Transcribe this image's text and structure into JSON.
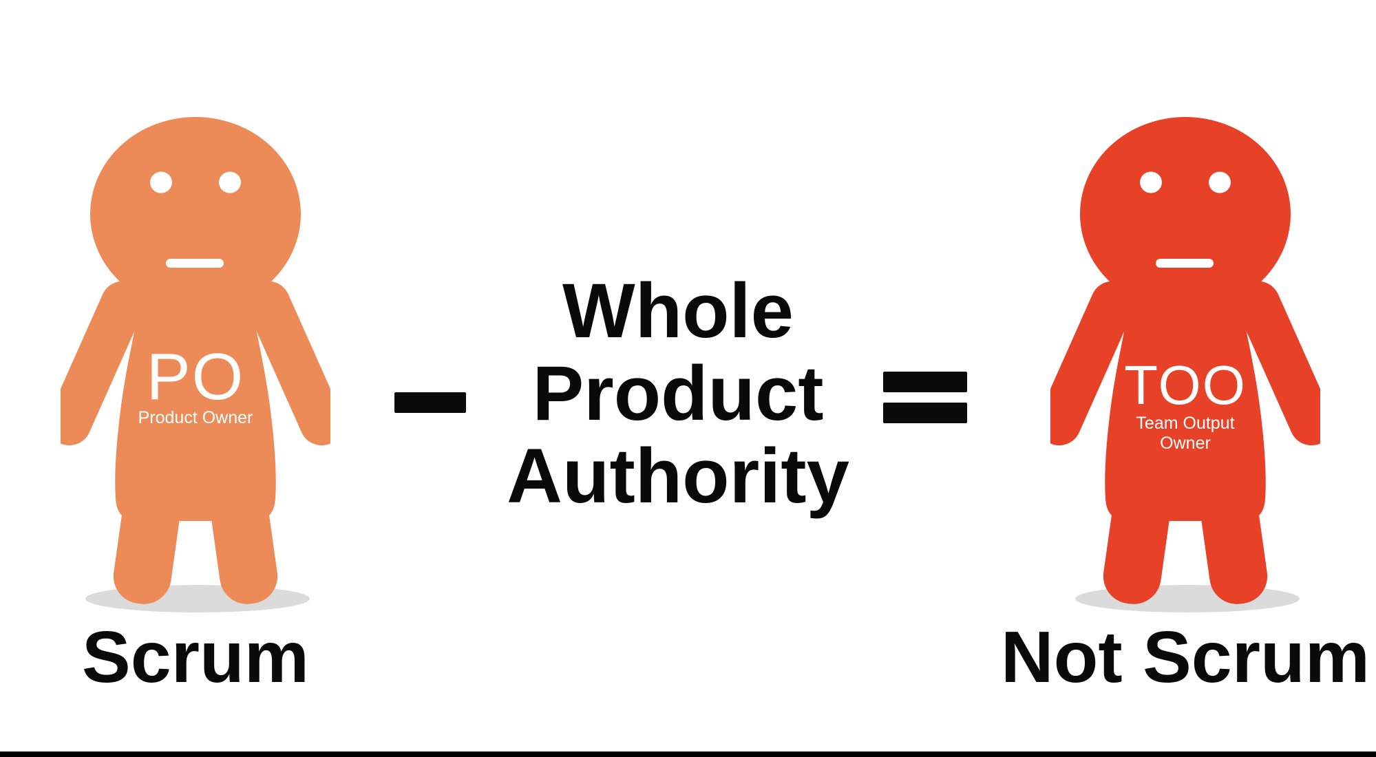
{
  "slide": {
    "background": "#FFFFFF",
    "text_color": "#0A0A0A",
    "shadow_color": "#DBDBDB",
    "face_color": "#FFFFFF",
    "letterbox_color": "#000000"
  },
  "figures": {
    "left": {
      "color": "#ED8B58",
      "badge": "PO",
      "subtitle": "Product Owner",
      "caption": "Scrum"
    },
    "right": {
      "color": "#E74128",
      "badge": "TOO",
      "subtitle": "Team Output Owner",
      "caption": "Not Scrum"
    }
  },
  "equation": {
    "line1": "Whole",
    "line2": "Product",
    "line3": "Authority",
    "minus_symbol": "−",
    "equals_symbol": "="
  }
}
